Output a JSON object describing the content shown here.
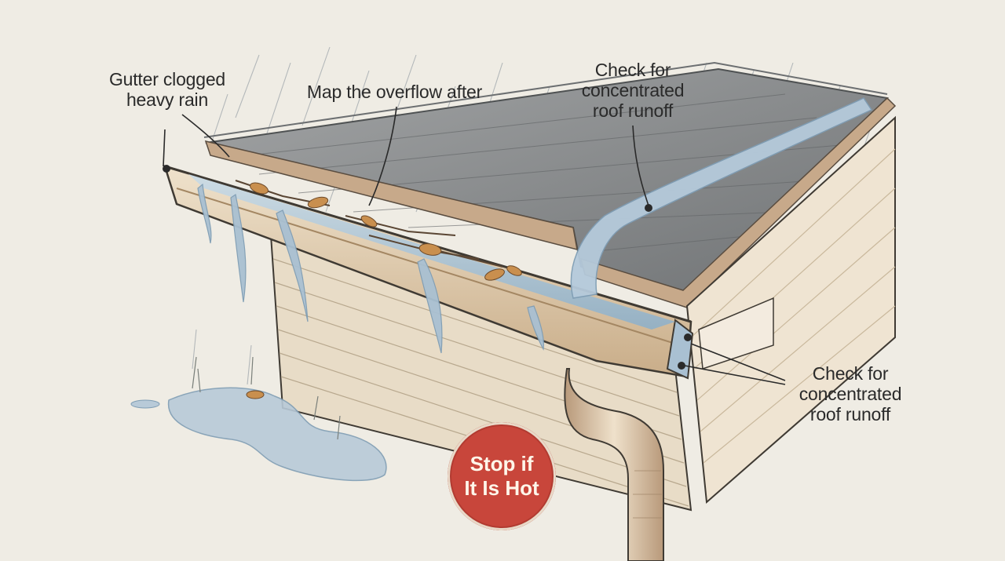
{
  "callouts": {
    "gutter_clogged": "Gutter clogged\nheavy rain",
    "map_overflow": "Map the overflow after",
    "check_runoff_top": "Check for\nconcentrated\nroof runoff",
    "check_runoff_side": "Check for\nconcentrated\nroof runoff"
  },
  "badge": {
    "text": "Stop if\nIt Is Hot",
    "color": "#c8463b"
  },
  "palette": {
    "background": "#efece4",
    "gutter": "#d9c4a6",
    "water": "#a9c0d2",
    "roof": "#8a8d90",
    "siding": "#e8dcc7"
  }
}
